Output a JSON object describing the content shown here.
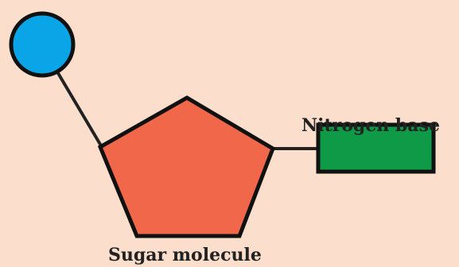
{
  "diagram": {
    "labels": {
      "nitrogen_base": "Nitrogen base",
      "sugar": "Sugar molecule"
    },
    "parts": {
      "phosphate": {
        "shape": "circle",
        "color": "#0aa5e6"
      },
      "sugar": {
        "shape": "pentagon",
        "color": "#f1674a"
      },
      "nitrogen_base": {
        "shape": "rectangle",
        "color": "#0e9a47"
      }
    },
    "connector_color": "#222222",
    "background": "#fbdecb"
  }
}
